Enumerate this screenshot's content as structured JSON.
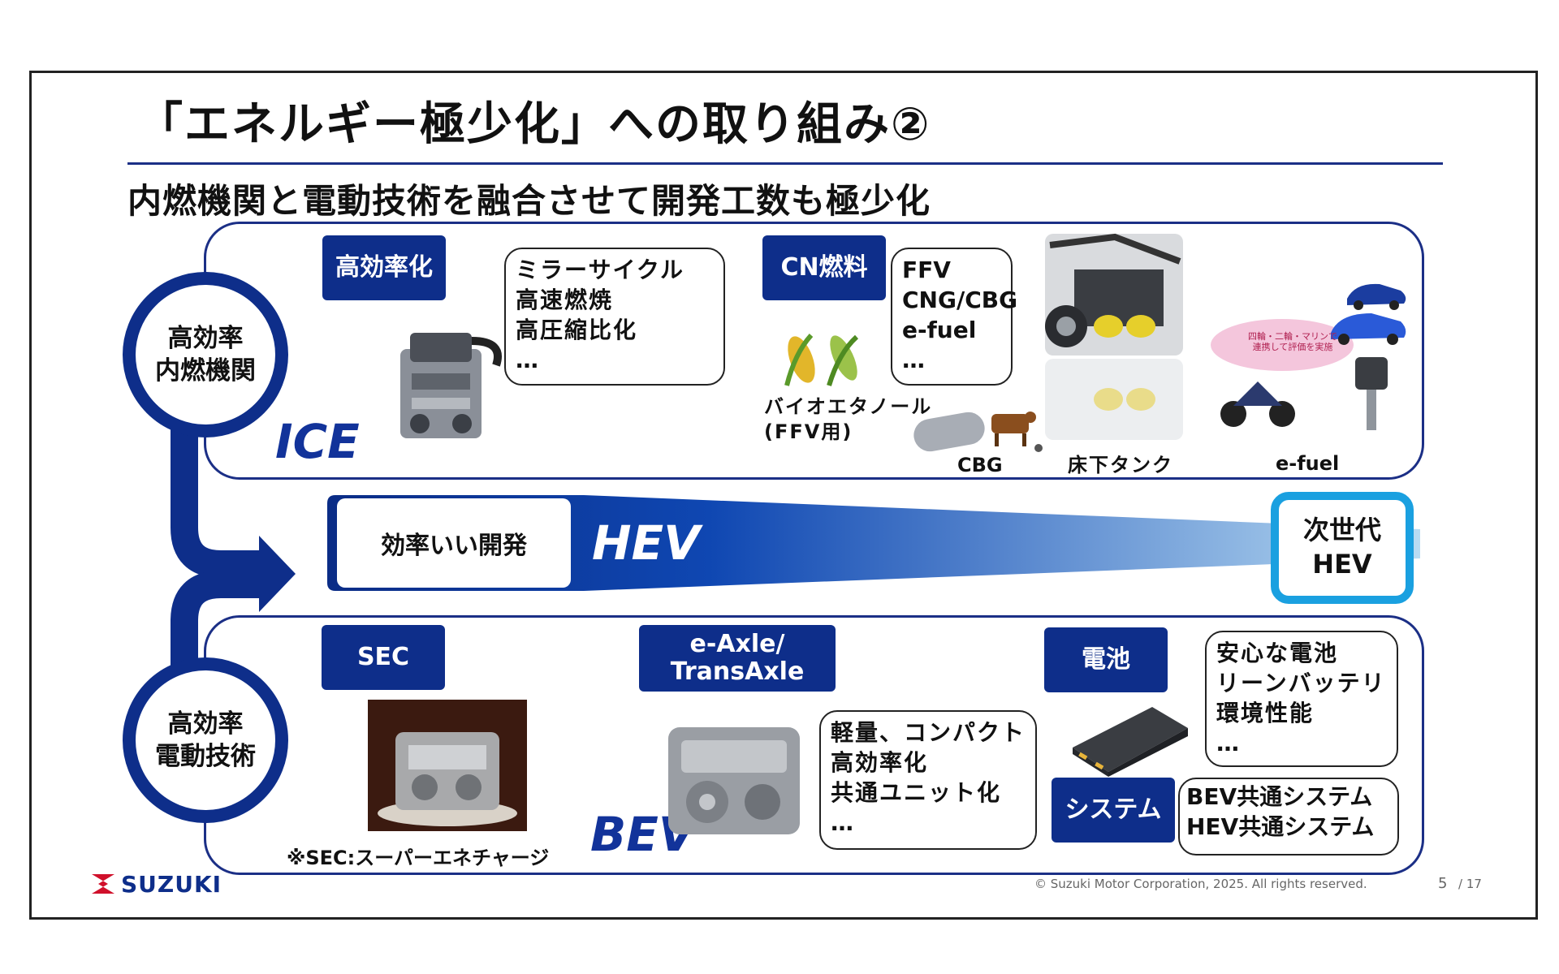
{
  "title": "「エネルギー極少化」への取り組み②",
  "subtitle": "内燃機関と電動技術を融合させて開発工数も極少化",
  "ice": {
    "circle": "高効率\n内燃機関",
    "label": "ICE",
    "efficiency_tag": "高効率化",
    "efficiency_note": "ミラーサイクル\n高速燃焼\n高圧縮比化\n…",
    "cn_tag": "CN燃料",
    "cn_note": "FFV\nCNG/CBG\ne-fuel\n…",
    "bioethanol_caption": "バイオエタノール\n(FFV用)",
    "cbg_caption": "CBG",
    "underfloor_caption": "床下タンク",
    "efuel_caption": "e-fuel",
    "efuel_bubble": "四輪・二輪・マリンで\n連携して評価を実施"
  },
  "hev": {
    "box": "効率いい開発",
    "label": "HEV",
    "next": "次世代\nHEV"
  },
  "bev": {
    "circle": "高効率\n電動技術",
    "label": "BEV",
    "sec_tag": "SEC",
    "sec_footnote": "※SEC:スーパーエネチャージ",
    "axle_tag": "e-Axle/\nTransAxle",
    "axle_note": "軽量、コンパクト\n高効率化\n共通ユニット化\n…",
    "battery_tag": "電池",
    "battery_note": "安心な電池\nリーンバッテリ\n環境性能\n…",
    "system_tag": "システム",
    "system_note": "BEV共通システム\nHEV共通システム"
  },
  "footer": {
    "brand": "SUZUKI",
    "copyright": "© Suzuki Motor Corporation, 2025. All rights reserved.",
    "page": "5",
    "total": "/ 17"
  },
  "colors": {
    "navy": "#0e2e8a",
    "panel_border": "#1b2f86",
    "accent_cyan": "#1aa0e0",
    "brand_red": "#d0102b"
  }
}
